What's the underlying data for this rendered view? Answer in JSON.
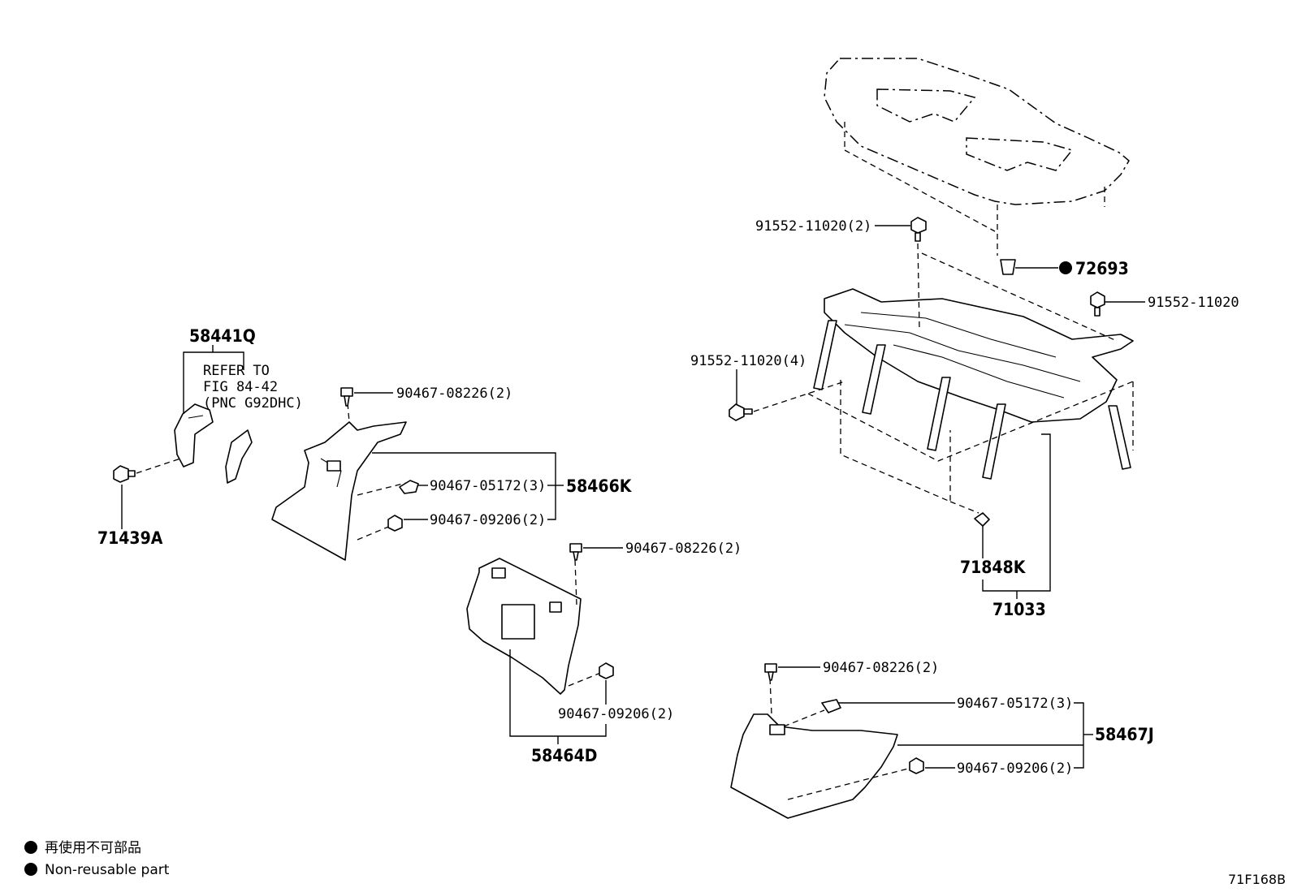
{
  "labels": {
    "p58441q": "58441Q",
    "refer_line1": "REFER TO",
    "refer_line2": "FIG 84-42",
    "refer_line3": "(PNC G92DHC)",
    "p71439a": "71439A",
    "p90467_08226_a": "90467-08226(2)",
    "p90467_05172_a": "90467-05172(3)",
    "p90467_09206_a": "90467-09206(2)",
    "p58466k": "58466K",
    "p90467_08226_b": "90467-08226(2)",
    "p90467_09206_b": "90467-09206(2)",
    "p58464d": "58464D",
    "p91552_11020_2": "91552-11020(2)",
    "p72693": "72693",
    "p91552_11020": "91552-11020",
    "p91552_11020_4": "91552-11020(4)",
    "p71848k": "71848K",
    "p71033": "71033",
    "p90467_08226_c": "90467-08226(2)",
    "p90467_05172_c": "90467-05172(3)",
    "p58467j": "58467J",
    "p90467_09206_c": "90467-09206(2)"
  },
  "legend": {
    "line_jp": "再使用不可部品",
    "line_en": "Non-reusable part"
  },
  "figure_code": "71F168B"
}
